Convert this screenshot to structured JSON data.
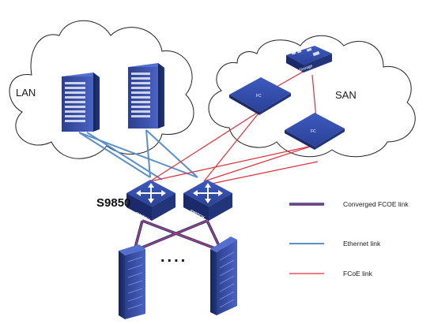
{
  "clouds": {
    "lan_label": "LAN",
    "san_label": "SAN"
  },
  "devices": {
    "fc_switch_label": "FC",
    "storage_label": "Storage",
    "switch_label": "SWITCH",
    "switch_title": "S9850"
  },
  "servers_ellipsis": "....",
  "legend": {
    "converged": "Converged FCOE link",
    "ethernet": "Ethernet link",
    "fcoe": "FCoE link"
  },
  "colors": {
    "converged_outer": "#1f3a93",
    "converged_inner": "#d03a5a",
    "ethernet": "#5b8fc9",
    "fcoe": "#e0303a",
    "device_dark": "#1f2d6b",
    "device_light": "#3a55b4"
  }
}
